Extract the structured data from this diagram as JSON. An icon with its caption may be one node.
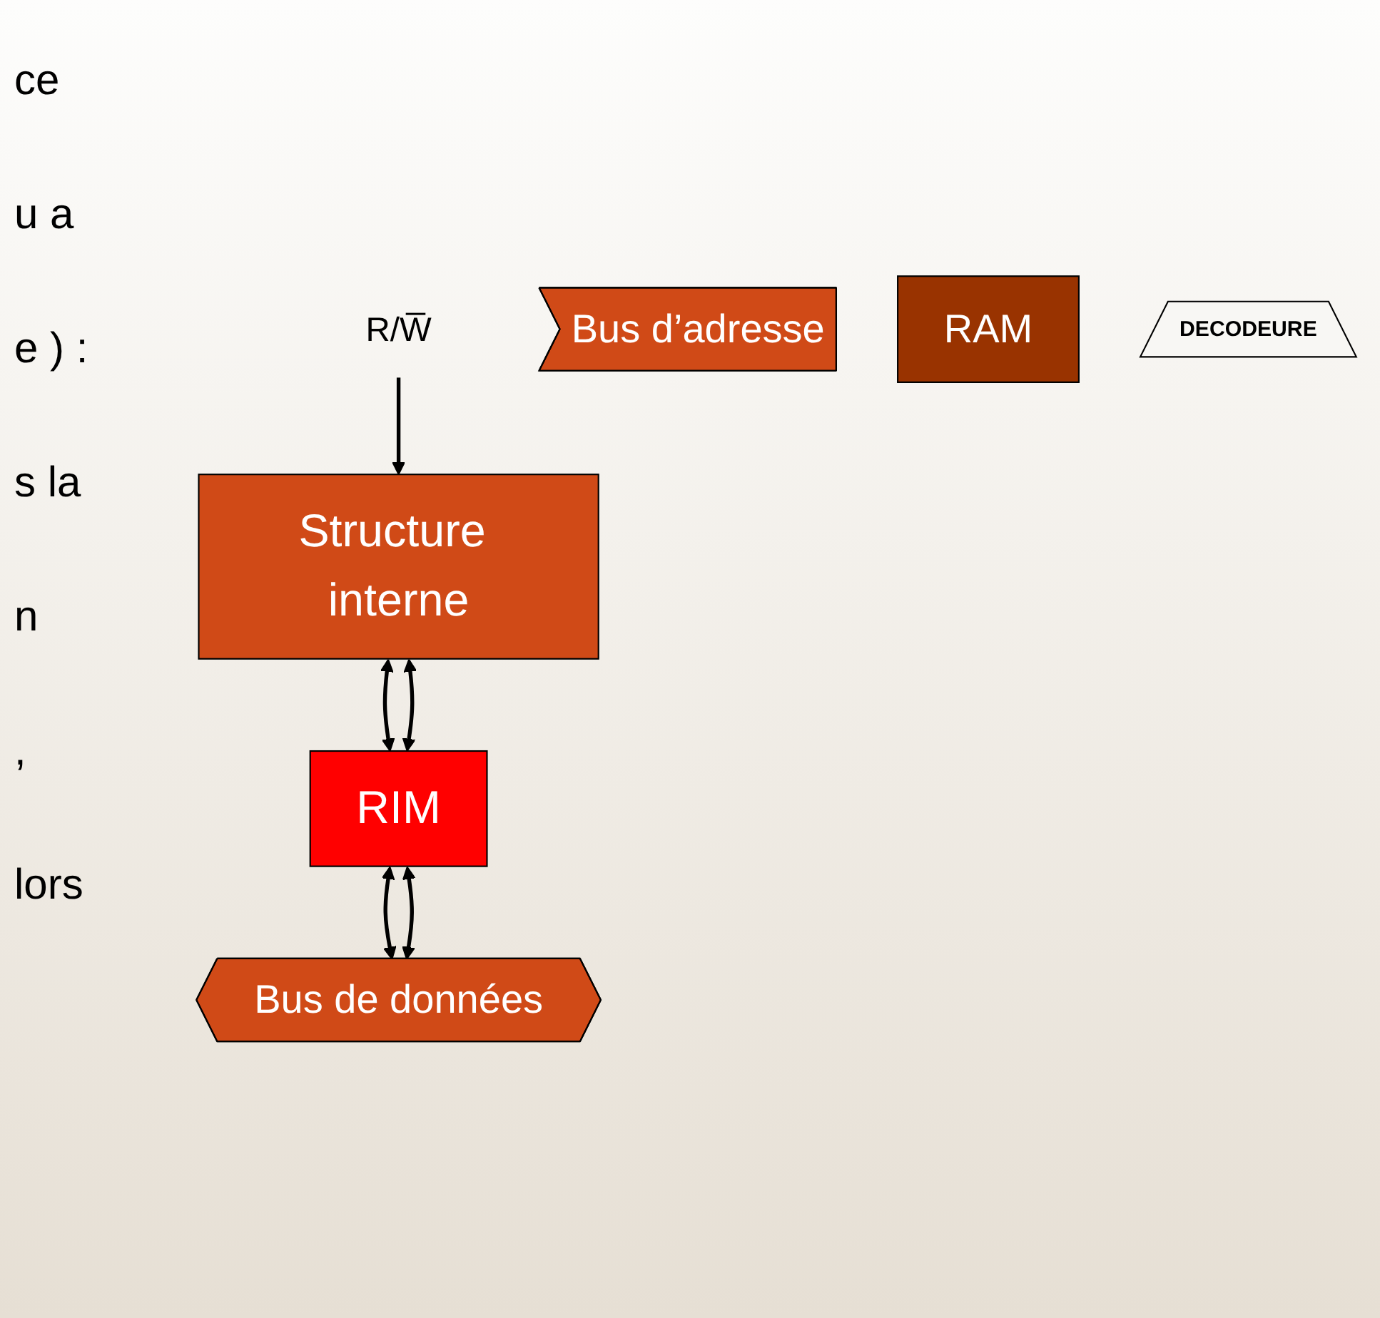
{
  "diagram": {
    "nodes": [
      {
        "text": [
          "R/W̅"
        ]
      },
      {
        "text": [
          "Bus d’adresse"
        ]
      },
      {
        "text": [
          "RAM"
        ]
      },
      {
        "text": [
          "DECODEURE"
        ]
      },
      {
        "text": [
          "Structure interne"
        ]
      },
      {
        "text": [
          "RIM"
        ]
      },
      {
        "text": [
          "Bus de données"
        ]
      }
    ],
    "edges": [
      {
        "from": 0,
        "to": 4,
        "arrow": "to"
      },
      {
        "from": 4,
        "to": 5,
        "arrow": "both"
      },
      {
        "from": 4,
        "to": 5,
        "arrow": "both"
      },
      {
        "from": 5,
        "to": 6,
        "arrow": "both"
      },
      {
        "from": 5,
        "to": 6,
        "arrow": "both"
      }
    ],
    "labels": [
      "ce",
      "u a",
      "e ) :",
      "s la",
      "n",
      ",",
      "lors"
    ]
  }
}
